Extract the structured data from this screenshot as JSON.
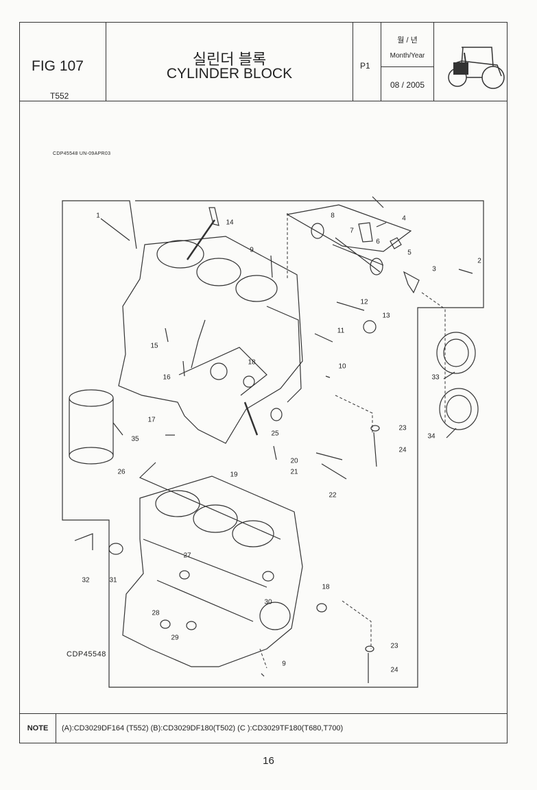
{
  "header": {
    "fig_number": "FIG 107",
    "model": "T552",
    "title_ko": "실린더 블록",
    "title_en": "CYLINDER BLOCK",
    "page": "P1",
    "month_ko": "월 / 년",
    "month_en": "Month/Year",
    "date": "08 / 2005",
    "tractor_icon": "tractor-icon"
  },
  "diagram": {
    "code_top": "CDP45548     UN-09APR03",
    "code_bottom": "CDP45548",
    "callouts": [
      "1",
      "14",
      "9",
      "8",
      "7",
      "4",
      "6",
      "5",
      "3",
      "2",
      "12",
      "13",
      "11",
      "15",
      "16",
      "18",
      "10",
      "33",
      "34",
      "17",
      "35",
      "25",
      "23",
      "24",
      "20",
      "19",
      "21",
      "26",
      "22",
      "32",
      "31",
      "27",
      "30",
      "18",
      "28",
      "29",
      "23",
      "24",
      "9"
    ]
  },
  "note": {
    "label": "NOTE",
    "text": "(A):CD3029DF164 (T552)  (B):CD3029DF180(T502)  (C ):CD3029TF180(T680,T700)"
  },
  "page_number": "16"
}
